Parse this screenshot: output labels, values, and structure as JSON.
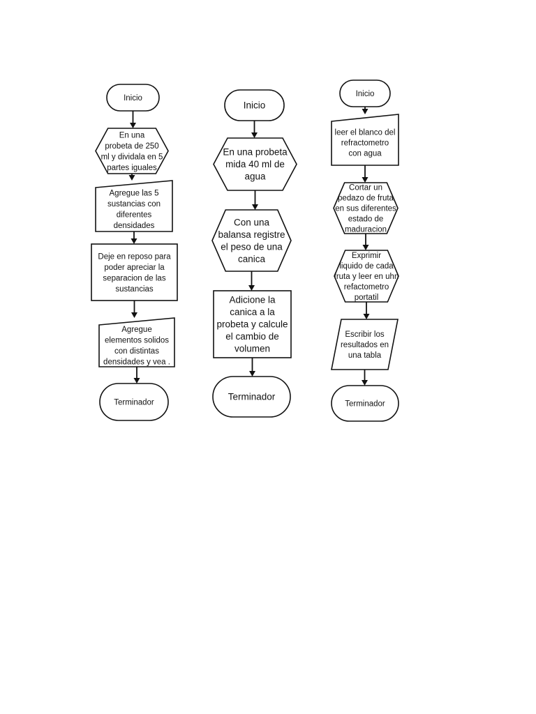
{
  "flowcharts": [
    {
      "nodes": [
        {
          "kind": "terminator",
          "lines": [
            "Inicio"
          ]
        },
        {
          "kind": "hexagon",
          "lines": [
            "En una",
            "probeta de 250",
            "ml y dividala en 5",
            "partes iguales"
          ]
        },
        {
          "kind": "manual-input",
          "lines": [
            "Agregue las 5",
            "sustancias con",
            "diferentes",
            "densidades"
          ]
        },
        {
          "kind": "process",
          "lines": [
            "Deje en reposo para",
            "poder apreciar la",
            "separacion de las",
            "sustancias"
          ]
        },
        {
          "kind": "manual-input",
          "lines": [
            "Agregue",
            "elementos solidos",
            "con distintas",
            "densidades y vea ."
          ]
        },
        {
          "kind": "terminator",
          "lines": [
            "Terminador"
          ]
        }
      ]
    },
    {
      "nodes": [
        {
          "kind": "terminator",
          "lines": [
            "Inicio"
          ]
        },
        {
          "kind": "hexagon",
          "lines": [
            "En una probeta",
            "mida 40 ml de",
            "agua"
          ]
        },
        {
          "kind": "hexagon",
          "lines": [
            "Con una",
            "balansa registre",
            "el peso de una",
            "canica"
          ]
        },
        {
          "kind": "process",
          "lines": [
            "Adicione la",
            "canica a la",
            "probeta y calcule",
            "el cambio de",
            "volumen"
          ]
        },
        {
          "kind": "terminator",
          "lines": [
            "Terminador"
          ]
        }
      ]
    },
    {
      "nodes": [
        {
          "kind": "terminator",
          "lines": [
            "Inicio"
          ]
        },
        {
          "kind": "manual-input",
          "lines": [
            "leer el blanco del",
            "refractometro",
            "con agua"
          ]
        },
        {
          "kind": "hexagon",
          "lines": [
            "Cortar un",
            "pedazo de fruta",
            "en sus diferentes",
            "estado de",
            "maduracion"
          ]
        },
        {
          "kind": "hexagon",
          "lines": [
            "Exprimir",
            "liquido de cada",
            "fruta y leer en uhn",
            "refactometro",
            "portatil"
          ]
        },
        {
          "kind": "parallelogram",
          "lines": [
            "Escribir los",
            "resultados en",
            "una tabla"
          ]
        },
        {
          "kind": "terminator",
          "lines": [
            "Terminador"
          ]
        }
      ]
    }
  ]
}
